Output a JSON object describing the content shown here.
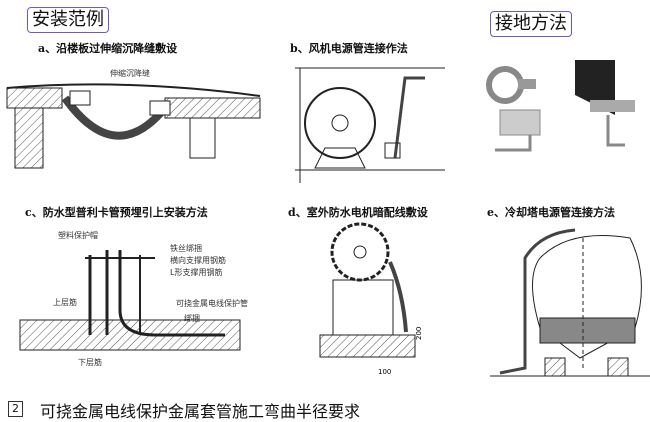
{
  "sections": {
    "install_examples": "安装范例",
    "grounding_method": "接地方法"
  },
  "figures": {
    "a": {
      "caption": "a、沿楼板过伸缩沉降缝敷设",
      "labels": [
        "伸缩沉降缝"
      ]
    },
    "b": {
      "caption": "b、风机电源管连接作法"
    },
    "c": {
      "caption": "c、防水型普利卡管预埋引上安装方法",
      "labels": {
        "cap": "塑料保护帽",
        "wire": "铁丝绑捆",
        "horiz": "横向支撑用钢筋",
        "lshape": "L形支撑用钢筋",
        "upper": "上层筋",
        "conduit": "可挠金属电线保护管",
        "bind": "绑捆",
        "lower": "下层筋"
      }
    },
    "d": {
      "caption": "d、室外防水电机暗配线敷设",
      "labels": {
        "dim200": "200",
        "dim100": "100"
      }
    },
    "e": {
      "caption": "e、冷却塔电源管连接方法"
    }
  },
  "footer": {
    "number": "2",
    "text": "可挠金属电线保护金属套管施工弯曲半径要求"
  }
}
